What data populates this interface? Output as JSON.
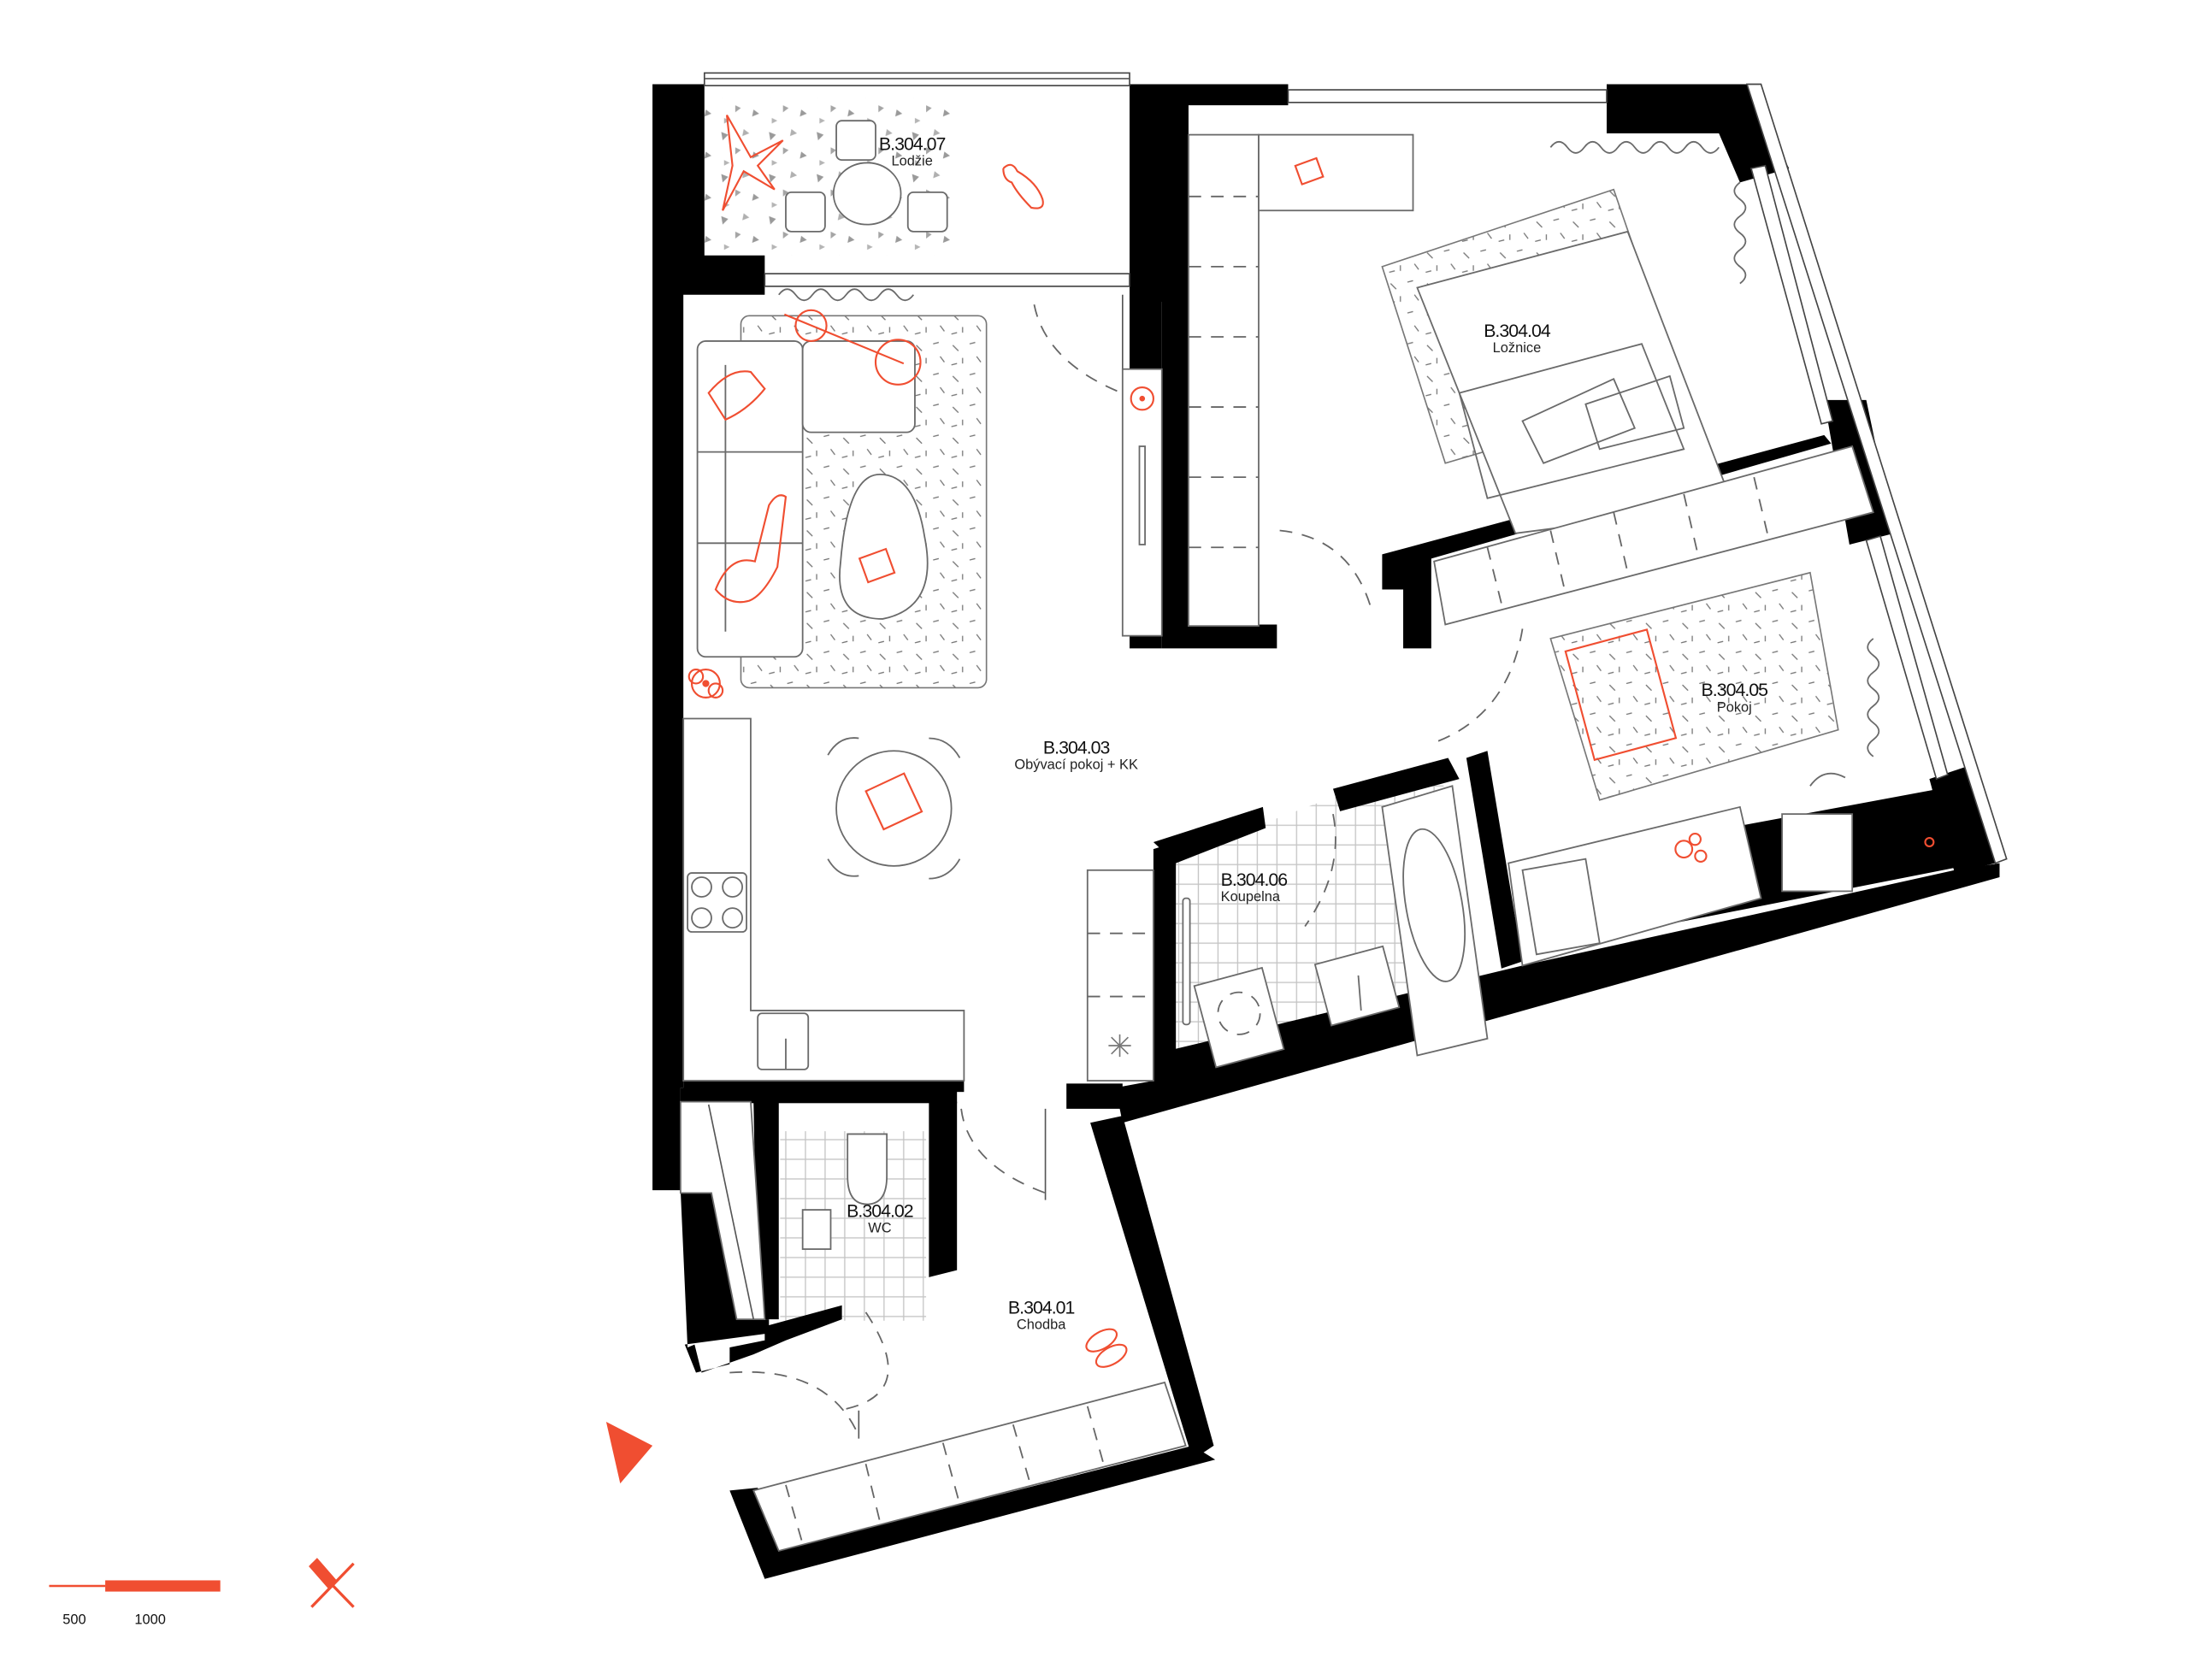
{
  "plan": {
    "title": "Apartment B.304 floor plan",
    "accent_color": "#f04e31",
    "wall_color": "#000000",
    "rooms": [
      {
        "code": "B.304.01",
        "name": "Chodba"
      },
      {
        "code": "B.304.02",
        "name": "WC"
      },
      {
        "code": "B.304.03",
        "name": "Obývací pokoj + KK"
      },
      {
        "code": "B.304.04",
        "name": "Ložnice"
      },
      {
        "code": "B.304.05",
        "name": "Pokoj"
      },
      {
        "code": "B.304.06",
        "name": "Koupelna"
      },
      {
        "code": "B.304.07",
        "name": "Lodžie"
      }
    ],
    "entrance_marker": "entrance-arrow-icon",
    "north_marker": "north-arrow-icon"
  },
  "scale_bar": {
    "labels": [
      "500",
      "1000"
    ]
  }
}
